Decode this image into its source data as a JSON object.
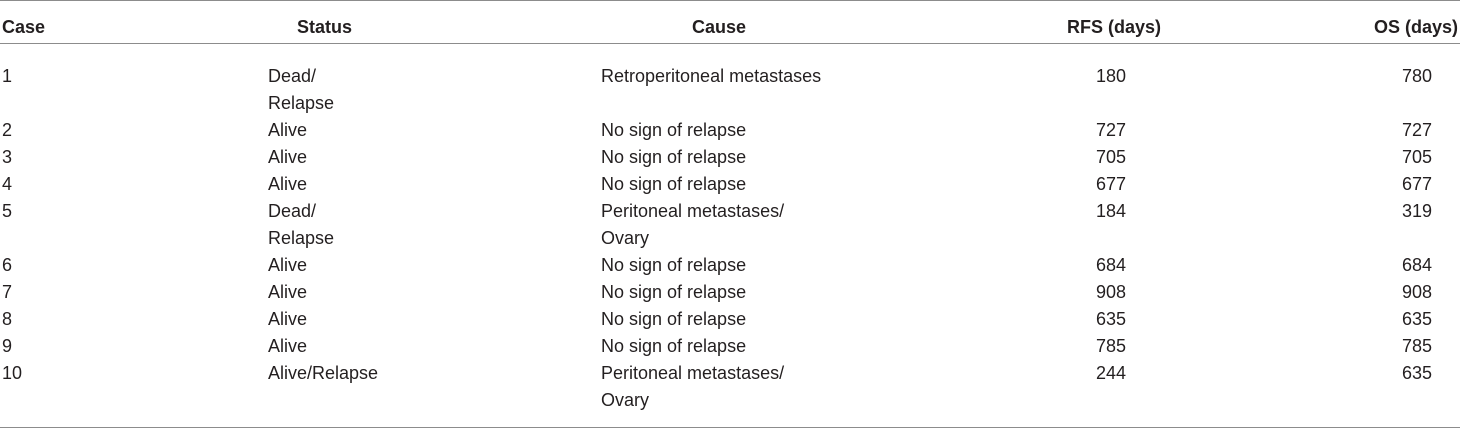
{
  "table": {
    "headers": {
      "case": "Case",
      "status": "Status",
      "cause": "Cause",
      "rfs": "RFS (days)",
      "os": "OS (days)"
    },
    "rows": [
      {
        "case": "1",
        "status": [
          "Dead/",
          "Relapse"
        ],
        "cause": [
          "Retroperitoneal metastases"
        ],
        "rfs": "180",
        "os": "780"
      },
      {
        "case": "2",
        "status": [
          "Alive"
        ],
        "cause": [
          "No sign of relapse"
        ],
        "rfs": "727",
        "os": "727"
      },
      {
        "case": "3",
        "status": [
          "Alive"
        ],
        "cause": [
          "No sign of relapse"
        ],
        "rfs": "705",
        "os": "705"
      },
      {
        "case": "4",
        "status": [
          "Alive"
        ],
        "cause": [
          "No sign of relapse"
        ],
        "rfs": "677",
        "os": "677"
      },
      {
        "case": "5",
        "status": [
          "Dead/",
          "Relapse"
        ],
        "cause": [
          "Peritoneal metastases/",
          "Ovary"
        ],
        "rfs": "184",
        "os": "319"
      },
      {
        "case": "6",
        "status": [
          "Alive"
        ],
        "cause": [
          "No sign of relapse"
        ],
        "rfs": "684",
        "os": "684"
      },
      {
        "case": "7",
        "status": [
          "Alive"
        ],
        "cause": [
          "No sign of relapse"
        ],
        "rfs": "908",
        "os": "908"
      },
      {
        "case": "8",
        "status": [
          "Alive"
        ],
        "cause": [
          "No sign of relapse"
        ],
        "rfs": "635",
        "os": "635"
      },
      {
        "case": "9",
        "status": [
          "Alive"
        ],
        "cause": [
          "No sign of relapse"
        ],
        "rfs": "785",
        "os": "785"
      },
      {
        "case": "10",
        "status": [
          "Alive/Relapse"
        ],
        "cause": [
          "Peritoneal metastases/",
          "Ovary"
        ],
        "rfs": "244",
        "os": "635"
      }
    ]
  }
}
